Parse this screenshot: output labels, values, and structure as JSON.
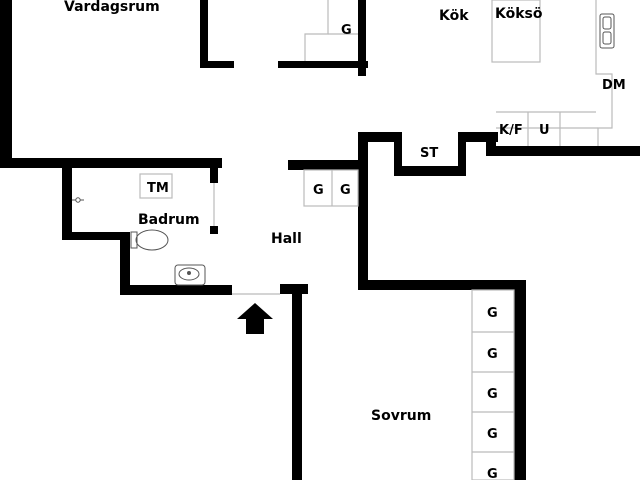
{
  "rooms": {
    "vardagsrum": "Vardagsrum",
    "kok": "Kök",
    "kokso": "Köksö",
    "badrum": "Badrum",
    "hall": "Hall",
    "sovrum": "Sovrum"
  },
  "fixtures": {
    "garderob": "G",
    "tvattmaskin": "TM",
    "forrad": "ST",
    "kyl_frys": "K/F",
    "ugn": "U",
    "diskmaskin": "DM"
  },
  "colors": {
    "wall": "#000000",
    "fixture_line": "#bbbbbb",
    "background": "#ffffff"
  },
  "icons": {
    "entrance": "entrance-arrow-icon",
    "toilet": "toilet-icon",
    "sink": "sink-icon",
    "kitchen_sink": "kitchen-sink-icon",
    "shower": "shower-tap-icon"
  }
}
